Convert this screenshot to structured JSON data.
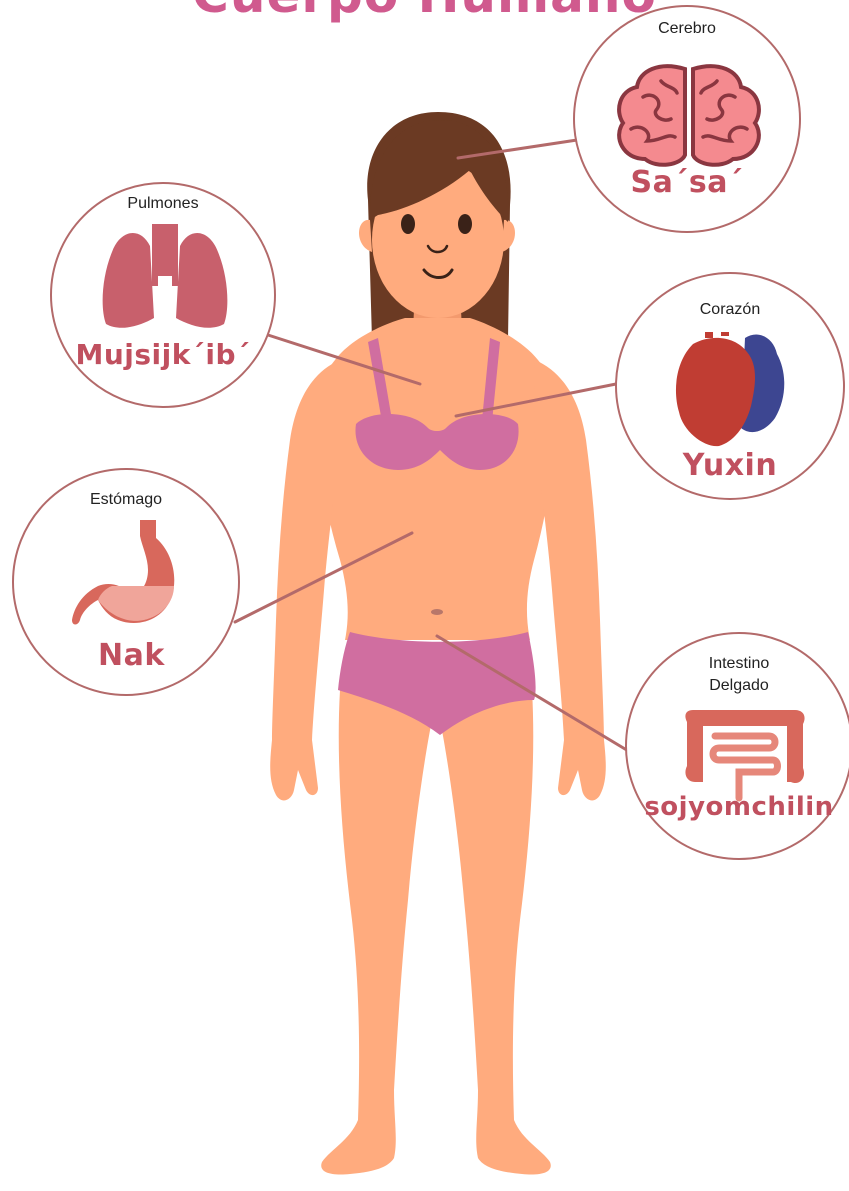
{
  "title": "Cuerpo Humano",
  "colors": {
    "accent_title": "#d05a8e",
    "circle_border": "#b36a6a",
    "mayan_label": "#c0505f",
    "skin": "#ffab7e",
    "hair": "#6b3a23",
    "underwear": "#d06ea0"
  },
  "organs": {
    "brain": {
      "spanish": "Cerebro",
      "mayan": "Sa´sa´",
      "icon": "brain-icon"
    },
    "lungs": {
      "spanish": "Pulmones",
      "mayan": "Mujsijk´ib´",
      "icon": "lungs-icon"
    },
    "heart": {
      "spanish": "Corazón",
      "mayan": "Yuxin",
      "icon": "heart-icon"
    },
    "stomach": {
      "spanish": "Estómago",
      "mayan": "Nak",
      "icon": "stomach-icon"
    },
    "intestine": {
      "spanish_line1": "Intestino",
      "spanish_line2": "Delgado",
      "mayan": "sojyomchilin",
      "icon": "intestine-icon"
    }
  }
}
